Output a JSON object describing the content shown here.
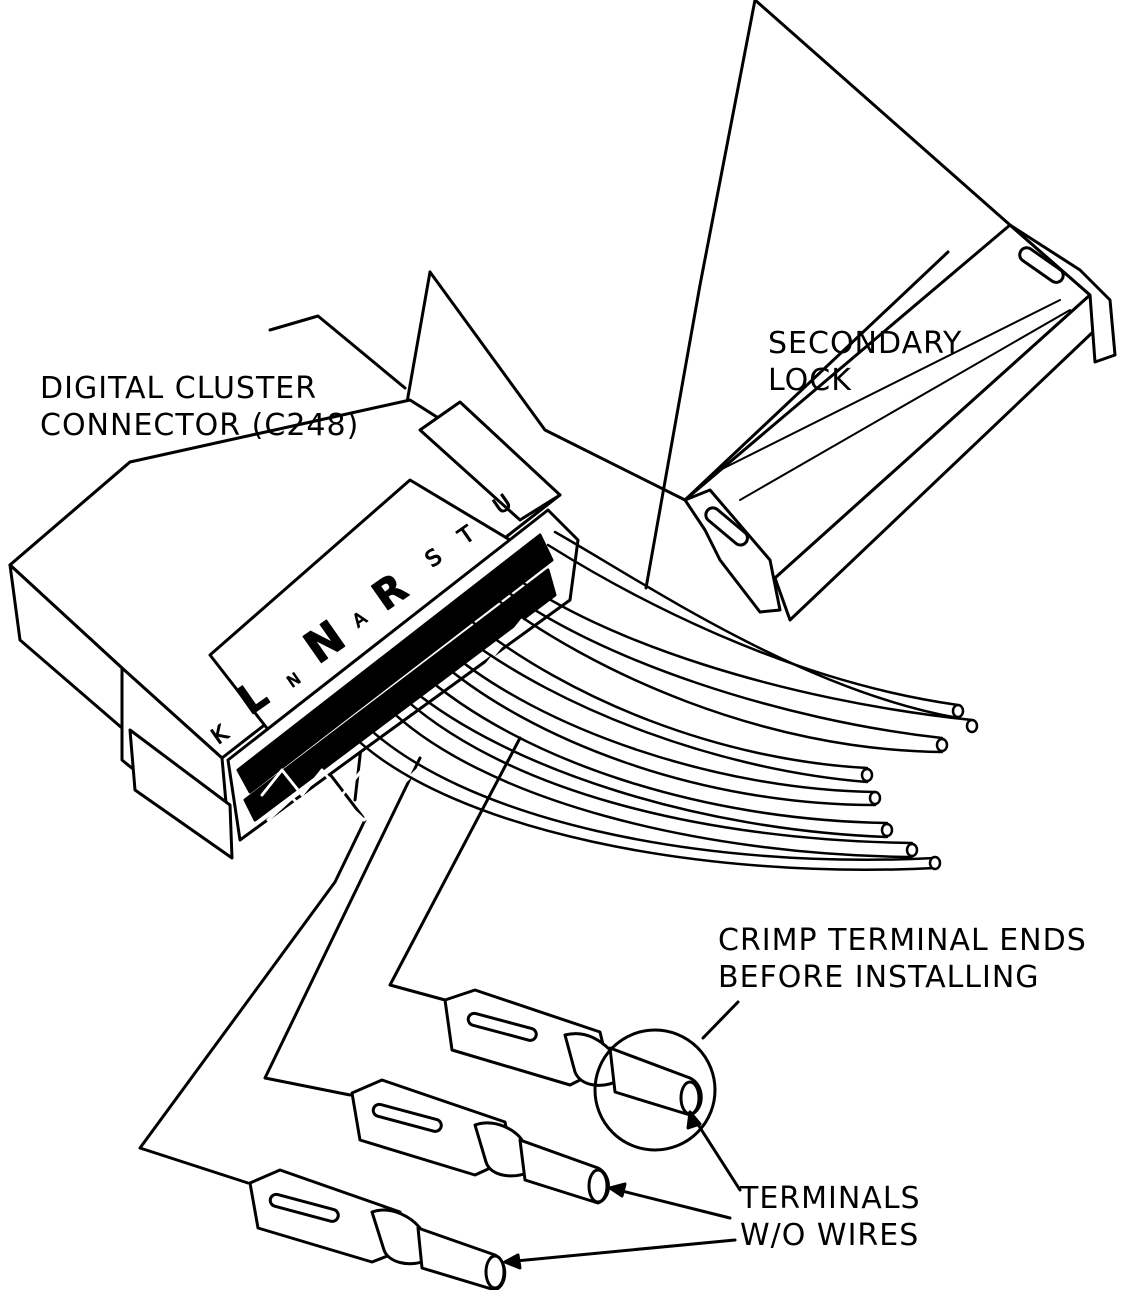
{
  "labels": {
    "connector_line1": "DIGITAL CLUSTER",
    "connector_line2": "CONNECTOR (C248)",
    "secondary_lock_line1": "SECONDARY",
    "secondary_lock_line2": "LOCK",
    "crimp_line1": "CRIMP TERMINAL ENDS",
    "crimp_line2": "BEFORE INSTALLING",
    "terminals_line1": "TERMINALS",
    "terminals_line2": "W/O WIRES"
  },
  "pin_letters": [
    "K",
    "L",
    "N",
    "N",
    "A",
    "R",
    "S",
    "T",
    "U"
  ],
  "colors": {
    "ink": "#000000",
    "paper": "#ffffff"
  }
}
